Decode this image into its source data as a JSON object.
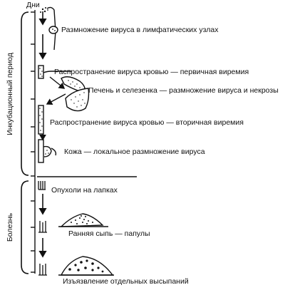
{
  "diagram": {
    "axis_title": "Дни",
    "phases": {
      "incubation": "Инкубационный период",
      "disease": "Болезнь"
    },
    "stages": [
      "Размножение вируса в лимфатических узлах",
      "Распространение вируса кровью — первичная виремия",
      "Печень и селезенка — размножение вируса и некрозы",
      "Распространение вируса кровью — вторичная виремия",
      "Кожа — локальное размножение вируса",
      "Опухоли на лапках",
      "Ранняя сыпь — папулы",
      "Изъязвление отдельных высыпаний"
    ]
  }
}
